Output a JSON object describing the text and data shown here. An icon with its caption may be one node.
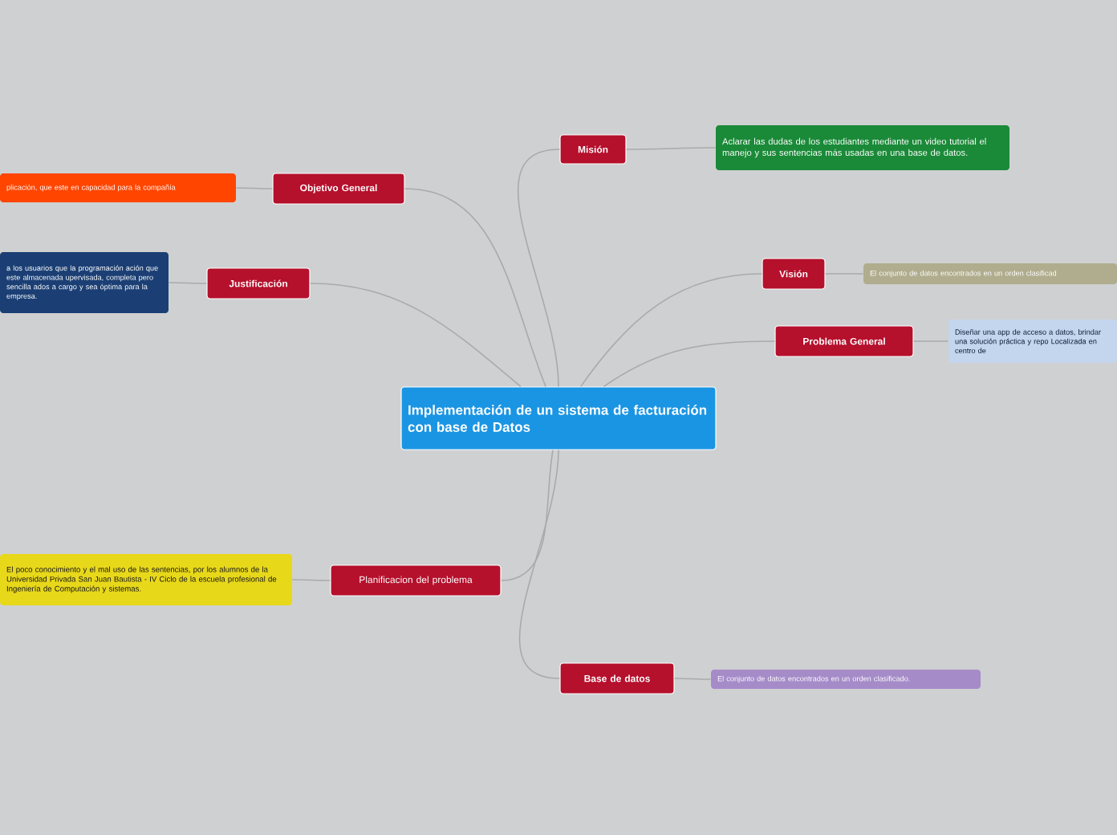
{
  "diagram": {
    "nodes": [
      {
        "text": [
          "Implementación de un sistema de facturación con base de Datos"
        ]
      },
      {
        "text": [
          "Misión"
        ]
      },
      {
        "text": [
          "Aclarar las dudas de los estudiantes mediante un video tutorial el manejo y sus sentencias más usadas en una base de datos."
        ]
      },
      {
        "text": [
          "Objetivo General"
        ]
      },
      {
        "text": [
          "plicación, que este en capacidad para la compañía"
        ]
      },
      {
        "text": [
          "Visión"
        ]
      },
      {
        "text": [
          "El conjunto de datos encontrados en un orden clasificad"
        ]
      },
      {
        "text": [
          "Justificación"
        ]
      },
      {
        "text": [
          "a los usuarios que la programación ación que este almacenada upervisada, completa pero sencilla ados a cargo y sea óptima para la empresa."
        ]
      },
      {
        "text": [
          "Problema General"
        ]
      },
      {
        "text": [
          "Diseñar una app de acceso a datos, brindar una solución práctica y repo Localizada en centro de"
        ]
      },
      {
        "text": [
          "Planificacion del problema"
        ]
      },
      {
        "text": [
          "El poco conocimiento y el mal uso de las sentencias, por los alumnos de la Universidad Privada San Juan Bautista - IV Ciclo de la escuela profesional de Ingeniería de Computación y sistemas."
        ]
      },
      {
        "text": [
          "Base de datos"
        ]
      },
      {
        "text": [
          "El conjunto de datos encontrados en un orden clasificado."
        ]
      }
    ],
    "edges": [
      {
        "from": 0,
        "to": 1,
        "arrow": "none"
      },
      {
        "from": 1,
        "to": 2,
        "arrow": "none"
      },
      {
        "from": 0,
        "to": 3,
        "arrow": "none"
      },
      {
        "from": 3,
        "to": 4,
        "arrow": "none"
      },
      {
        "from": 0,
        "to": 5,
        "arrow": "none"
      },
      {
        "from": 5,
        "to": 6,
        "arrow": "none"
      },
      {
        "from": 0,
        "to": 7,
        "arrow": "none"
      },
      {
        "from": 7,
        "to": 8,
        "arrow": "none"
      },
      {
        "from": 0,
        "to": 9,
        "arrow": "none"
      },
      {
        "from": 9,
        "to": 10,
        "arrow": "none"
      },
      {
        "from": 0,
        "to": 11,
        "arrow": "none"
      },
      {
        "from": 11,
        "to": 12,
        "arrow": "none"
      },
      {
        "from": 0,
        "to": 13,
        "arrow": "none"
      },
      {
        "from": 13,
        "to": 14,
        "arrow": "none"
      }
    ]
  }
}
